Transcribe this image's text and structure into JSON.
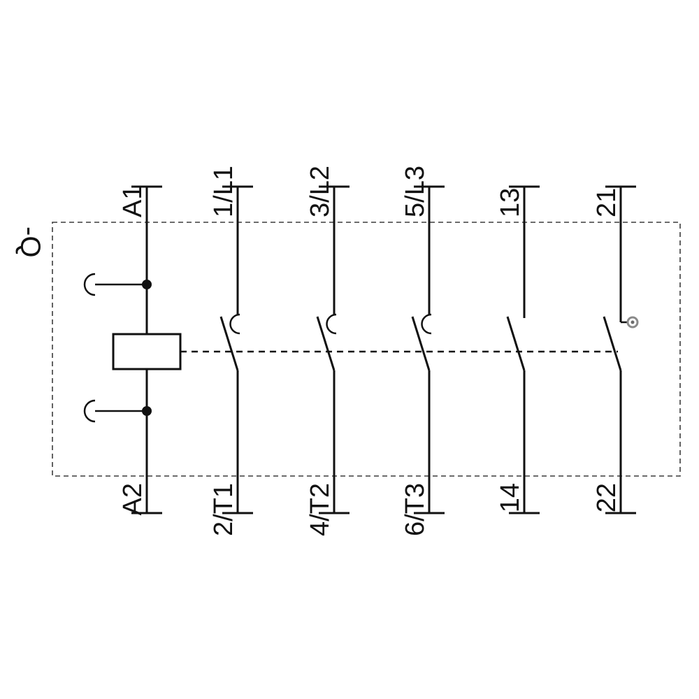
{
  "device_label": "-Q",
  "terminals": {
    "top": [
      "A1",
      "1/L1",
      "3/L2",
      "5/L3",
      "13",
      "21"
    ],
    "bottom": [
      "A2",
      "2/T1",
      "4/T2",
      "6/T3",
      "14",
      "22"
    ]
  },
  "colors": {
    "line": "#111111",
    "background": "#ffffff",
    "boundary_dashed": "#3c3c3c",
    "nc_contact_marker": "#8a8a8a"
  }
}
